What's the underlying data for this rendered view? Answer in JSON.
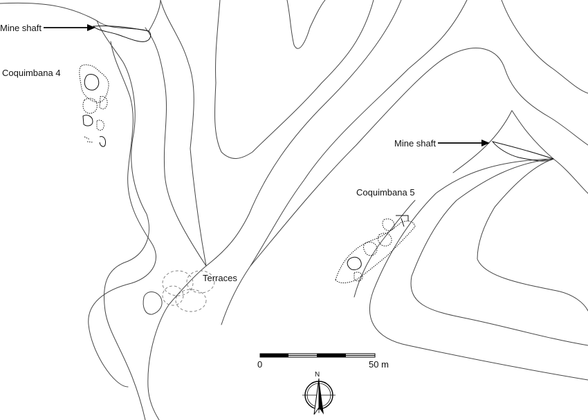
{
  "labels": {
    "mine_shaft_1": "Mine shaft",
    "mine_shaft_2": "Mine shaft",
    "coquimbana_4": "Coquimbana 4",
    "coquimbana_5": "Coquimbana 5",
    "terraces": "Terraces"
  },
  "scale_bar": {
    "start_label": "0",
    "end_label": "50 m"
  },
  "north_arrow": {
    "label": "N"
  }
}
